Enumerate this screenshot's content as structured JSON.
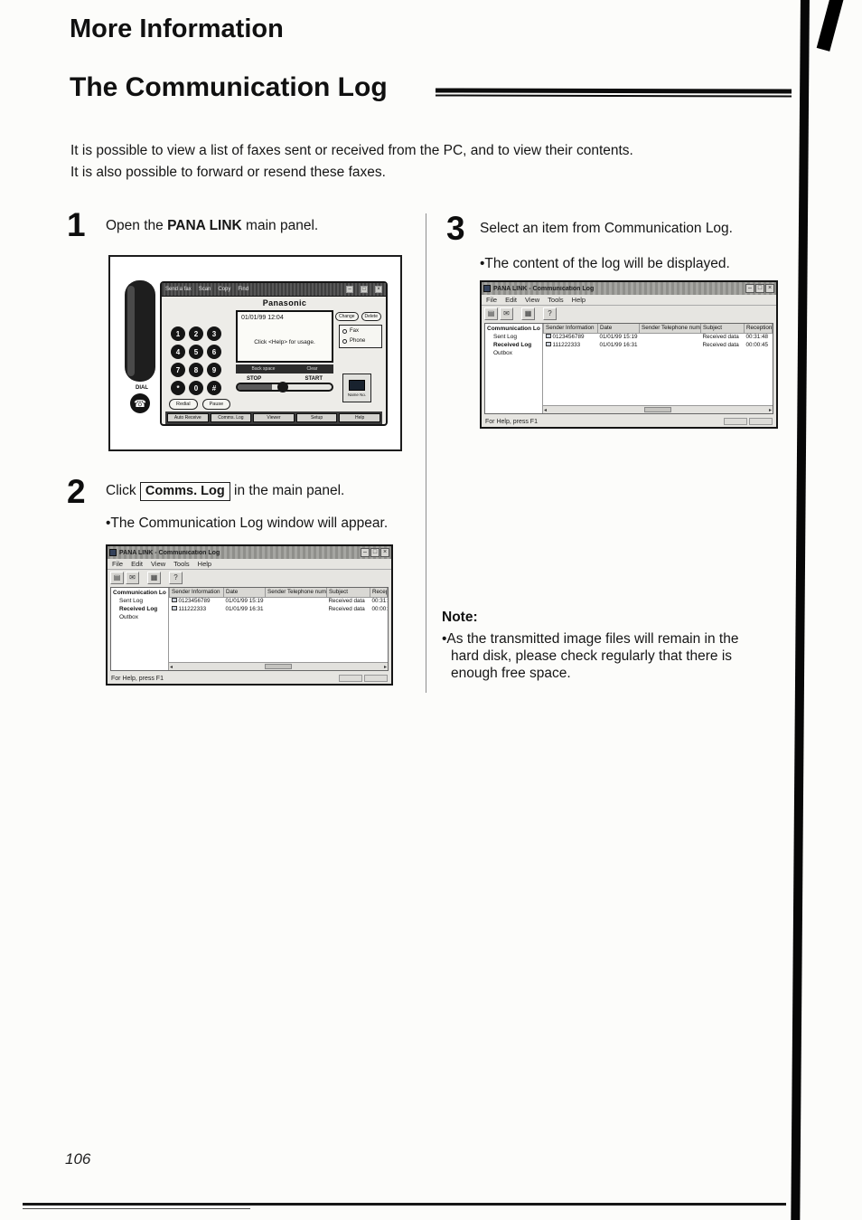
{
  "page": {
    "header_title": "More Information",
    "section_title": "The Communication Log",
    "intro_line1": "It is possible to view a list of faxes sent or received from the PC, and to view their contents.",
    "intro_line2": "It is also possible to forward or resend these faxes.",
    "page_number": "106"
  },
  "glyphs": {
    "minimize": "–",
    "maximize": "□",
    "close": "×",
    "phone": "☎",
    "scroll_left": "◂",
    "scroll_right": "▸"
  },
  "step1": {
    "number": "1",
    "text_pre": "Open the ",
    "text_bold": "PANA LINK",
    "text_post": " main panel."
  },
  "step2": {
    "number": "2",
    "text_pre": "Click ",
    "button_label": "Comms. Log",
    "text_post": " in the main panel.",
    "bullet": "•The Communication Log window will appear."
  },
  "step3": {
    "number": "3",
    "text": "Select an item from Communication Log.",
    "bullet": "•The content of the log will be displayed."
  },
  "note": {
    "title": "Note:",
    "bullet": "•As the transmitted image files will remain in the hard disk, please check regularly that there is enough free space."
  },
  "fax_panel": {
    "titlebar_items": [
      "Send a fax",
      "Scan",
      "Copy",
      "Find"
    ],
    "brand": "Panasonic",
    "display_datetime": "01/01/99 12:04",
    "display_hint": "Click <Help> for usage.",
    "keypad": [
      "1",
      "2",
      "3",
      "4",
      "5",
      "6",
      "7",
      "8",
      "9",
      "*",
      "0",
      "#"
    ],
    "display_buttons": [
      "Back space",
      "Clear"
    ],
    "right_buttons": [
      "Change",
      "Delete"
    ],
    "line_options": [
      "Fax",
      "Phone"
    ],
    "name_no_label": "Name No.",
    "dial_label": "DIAL",
    "stop_label": "STOP",
    "start_label": "START",
    "oval_buttons": [
      "Redial",
      "Pause"
    ],
    "bottom_buttons": [
      "Auto Receive",
      "Comms. Log",
      "Viewer",
      "Setup",
      "Help"
    ]
  },
  "log_window": {
    "title": "PANA LINK - Communication Log",
    "menu": [
      "File",
      "Edit",
      "View",
      "Tools",
      "Help"
    ],
    "toolbar_icons": [
      "▤",
      "✉",
      "▦",
      "?"
    ],
    "tree_root": "Communication Log",
    "tree_items": [
      "Sent Log",
      "Received Log",
      "Outbox"
    ],
    "columns": [
      "Sender Information",
      "Date",
      "Sender Telephone number",
      "Subject",
      "Reception Time"
    ],
    "rows": [
      {
        "sender": "0123456789",
        "date": "01/01/99 15:19",
        "tel": "",
        "subject": "Received data",
        "time": "00:31:48"
      },
      {
        "sender": "111222333",
        "date": "01/01/99 16:31",
        "tel": "",
        "subject": "Received data",
        "time": "00:00:45"
      }
    ],
    "status": "For Help, press F1"
  }
}
